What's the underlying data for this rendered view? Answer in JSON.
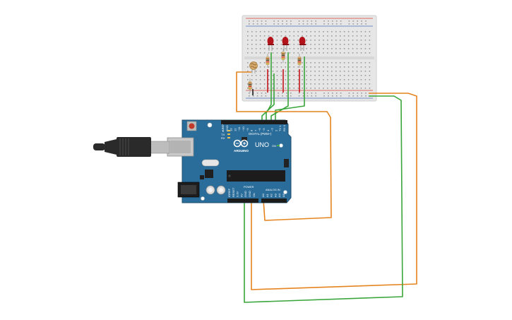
{
  "board": {
    "logo_text": "ARDUINO",
    "model": "UNO",
    "digital_header_label": "DIGITAL (PWM~)",
    "power_header_label": "POWER",
    "analog_header_label": "ANALOG IN",
    "led_labels": [
      "L",
      "TX",
      "RX",
      "ON"
    ],
    "digital_pins": [
      "AREF",
      "GND",
      "13",
      "12",
      "~11",
      "~10",
      "~9",
      "8",
      "7",
      "~6",
      "~5",
      "4",
      "~3",
      "2",
      "TX 1",
      "RX 0"
    ],
    "power_pins": [
      "IOREF",
      "RESET",
      "3.3V",
      "5V",
      "GND",
      "GND",
      "Vin"
    ],
    "analog_pins": [
      "A0",
      "A1",
      "A2",
      "A3",
      "A4",
      "A5"
    ]
  },
  "colors": {
    "board": "#2b6d9a",
    "breadboard": "#e6e6e6",
    "wire_green": "#3aa53a",
    "wire_orange": "#e5841f",
    "led_red": "#b3121a",
    "rail_red": "#d8413a",
    "rail_blue": "#4d6fbf"
  },
  "components": {
    "leds": 3,
    "resistors": 4,
    "photoresistor": 1,
    "usb_cable": 1
  }
}
